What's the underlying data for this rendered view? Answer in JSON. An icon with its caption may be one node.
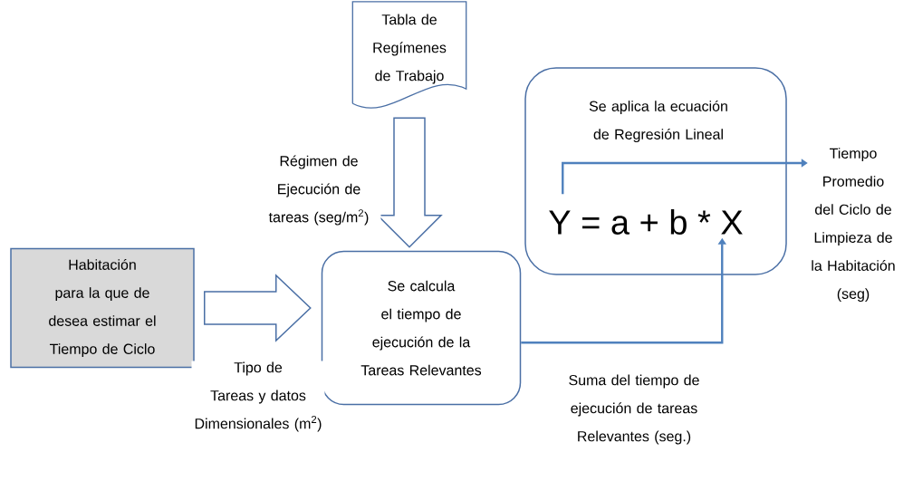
{
  "diagram": {
    "nodes": [
      {
        "text": [
          "Tabla de Regímenes de Trabajo"
        ]
      },
      {
        "text": [
          "Habitación para la que de desea estimar el Tiempo de Ciclo"
        ]
      },
      {
        "text": [
          "Se calcula el tiempo de ejecución de la Tareas Relevantes"
        ]
      },
      {
        "text": [
          "Se aplica la ecuación de Regresión Lineal",
          "Y = a + b * X"
        ]
      },
      {
        "text": [
          "Tiempo Promedio del Ciclo de Limpieza de la Habitación (seg)"
        ]
      }
    ],
    "edges": [
      {
        "from": 0,
        "to": 2,
        "arrow": "to",
        "style": "thick",
        "label": "Régimen de Ejecución de tareas (seg/m$^{2}$)"
      },
      {
        "from": 1,
        "to": 2,
        "arrow": "to",
        "style": "thick",
        "label": "Tipo de Tareas y datos Dimensionales (m$^{2}$)"
      },
      {
        "from": 2,
        "to": 3,
        "arrow": "to",
        "label": "Suma del tiempo de ejecución de tareas Relevantes (seg.)"
      },
      {
        "from": 3,
        "to": 4,
        "arrow": "to"
      }
    ]
  }
}
